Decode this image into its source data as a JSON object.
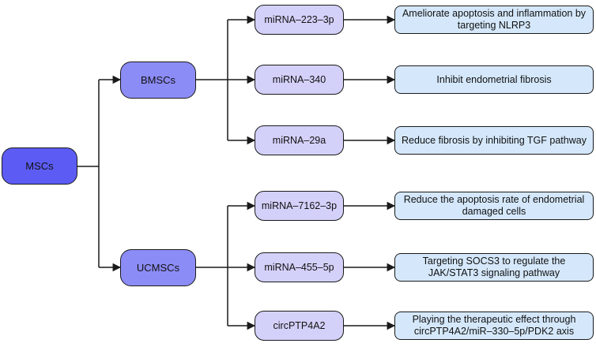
{
  "root": {
    "label": "MSCs"
  },
  "branches": [
    {
      "label": "BMSCs",
      "items": [
        {
          "mirna": "miRNA–223–3p",
          "effect": "Ameliorate apoptosis and inflammation by targeting NLRP3"
        },
        {
          "mirna": "miRNA–340",
          "effect": "Inhibit endometrial fibrosis"
        },
        {
          "mirna": "miRNA–29a",
          "effect": "Reduce fibrosis by inhibiting TGF pathway"
        }
      ]
    },
    {
      "label": "UCMSCs",
      "items": [
        {
          "mirna": "miRNA–7162–3p",
          "effect": "Reduce the apoptosis rate of endometrial damaged cells"
        },
        {
          "mirna": "miRNA–455–5p",
          "effect": "Targeting SOCS3 to regulate the JAK/STAT3 signaling pathway"
        },
        {
          "mirna": "circPTP4A2",
          "effect": "Playing the therapeutic effect through circPTP4A2/miR–330–5p/PDK2 axis"
        }
      ]
    }
  ],
  "colors": {
    "root_fill": "#5c5cf5",
    "branch_fill": "#8c8cf7",
    "mirna_fill": "#d3d1f9",
    "effect_fill": "#d5e8fb",
    "line": "#1a1a1a"
  }
}
